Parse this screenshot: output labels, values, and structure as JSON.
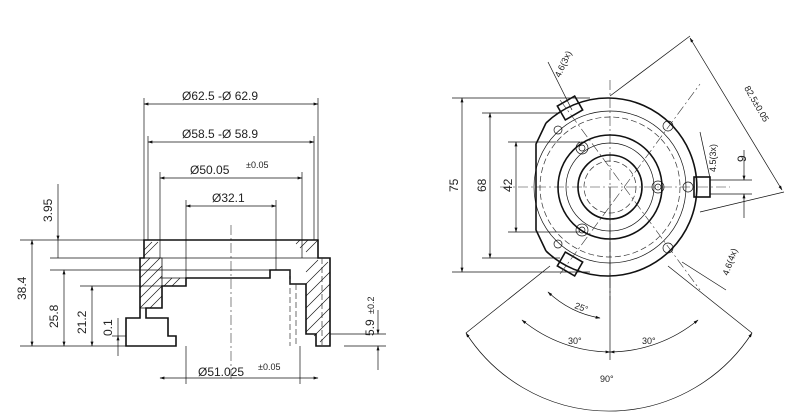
{
  "section_view": {
    "dims": {
      "od1": "Ø62.5 -Ø 62.9",
      "od2": "Ø58.5 -Ø 58.9",
      "bore1": "Ø50.05",
      "bore1_tol": "±0.05",
      "bore2": "Ø32.1",
      "bore3": "Ø51.025",
      "bore3_tol": "±0.05",
      "h1": "3.95",
      "h2": "38.4",
      "h3": "25.8",
      "h4": "21.2",
      "h5": "0.1",
      "step": "5.9",
      "step_tol": "±0.2"
    }
  },
  "plan_view": {
    "dims": {
      "w75": "75",
      "w68": "68",
      "w42": "42",
      "hole_a": "4.6(3x)",
      "hole_b": "4.5(3x)",
      "hole_c": "4.6(4x)",
      "diag": "82.5±0.05",
      "nine": "9",
      "ang25": "25°",
      "ang30a": "30°",
      "ang30b": "30°",
      "ang90": "90°"
    }
  }
}
